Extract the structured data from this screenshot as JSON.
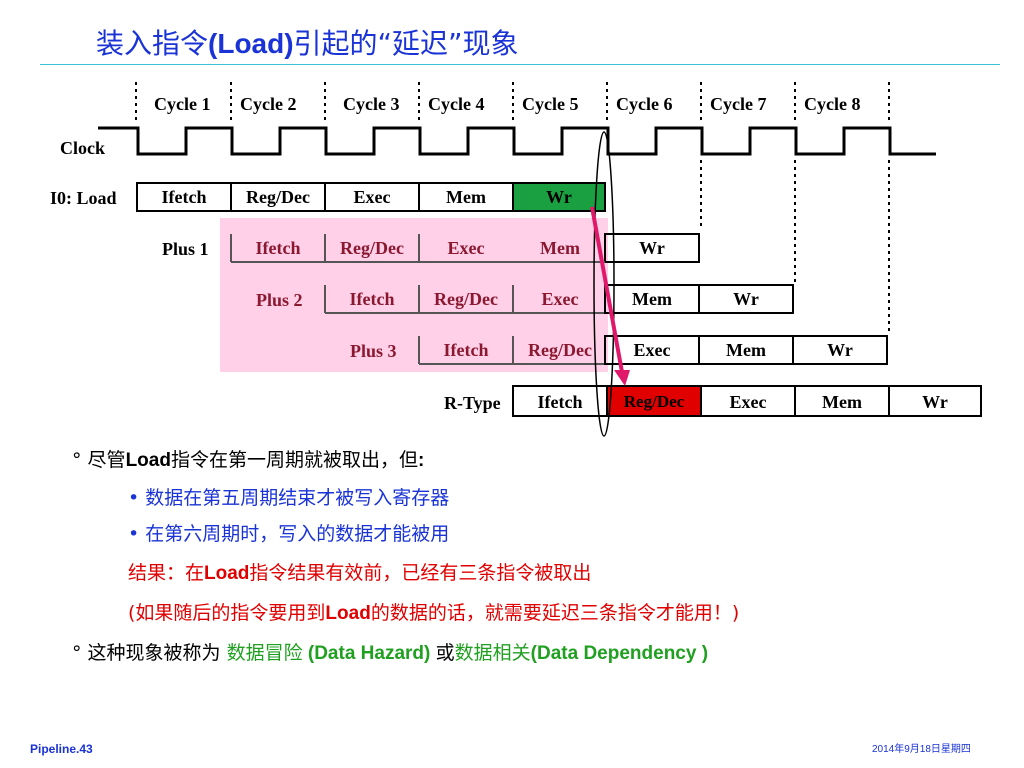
{
  "title": {
    "part1": "装入指令",
    "part2": "(Load)",
    "part3": "引起的“延迟”现象"
  },
  "cycles": [
    "Cycle 1",
    "Cycle 2",
    "Cycle 3",
    "Cycle 4",
    "Cycle 5",
    "Cycle 6",
    "Cycle 7",
    "Cycle 8"
  ],
  "clock_label": "Clock",
  "rows": {
    "load": {
      "label": "I0: Load",
      "stages": [
        "Ifetch",
        "Reg/Dec",
        "Exec",
        "Mem",
        "Wr"
      ]
    },
    "plus1": {
      "label": "Plus 1",
      "stages": [
        "Ifetch",
        "Reg/Dec",
        "Exec",
        "Mem",
        "Wr"
      ]
    },
    "plus2": {
      "label": "Plus 2",
      "stages": [
        "Ifetch",
        "Reg/Dec",
        "Exec",
        "Mem",
        "Wr"
      ]
    },
    "plus3": {
      "label": "Plus 3",
      "stages": [
        "Ifetch",
        "Reg/Dec",
        "Exec",
        "Mem",
        "Wr"
      ]
    },
    "rtype": {
      "label": "R-Type",
      "stages": [
        "Ifetch",
        "Reg/Dec",
        "Exec",
        "Mem",
        "Wr"
      ]
    }
  },
  "colors": {
    "title": "#1a33d6",
    "highlight_wr": "#1aa040",
    "highlight_regdec": "#e00000",
    "pink_region": "#ffd0e8",
    "arrow": "#e0186a"
  },
  "bullets": {
    "b1_bullet": "°",
    "b1_a": "尽管",
    "b1_b": "Load",
    "b1_c": "指令在第一周期就被取出，但",
    "b1_d": ":",
    "sub_bullet": "•",
    "s1": "数据在第五周期结束才被写入寄存器",
    "s2": "在第六周期时，写入的数据才能被用",
    "r1_a": "结果：在",
    "r1_b": "Load",
    "r1_c": "指令结果有效前，已经有三条指令被取出",
    "r2_a": "(如果随后的指令要用到",
    "r2_b": "Load",
    "r2_c": "的数据的话，就需要延迟三条指令才能用！)",
    "b2_bullet": "°",
    "b2_a": "这种现象被称为 ",
    "b2_b": "数据冒险",
    "b2_c": " (Data Hazard) ",
    "b2_d": "或",
    "b2_e": "数据相关",
    "b2_f": "(Data Dependency )"
  },
  "footer": {
    "left": "Pipeline.43",
    "right": "2014年9月18日星期四"
  }
}
